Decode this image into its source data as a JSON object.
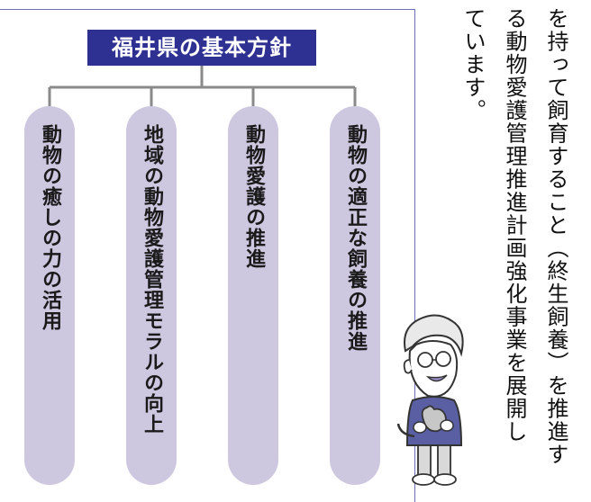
{
  "diagram": {
    "title": "福井県の基本方針",
    "branches": [
      {
        "label": "動物の癒しの力の活用"
      },
      {
        "label": "地域の動物愛護管理モラルの向上"
      },
      {
        "label": "動物愛護の推進"
      },
      {
        "label": "動物の適正な飼養の推進"
      }
    ]
  },
  "body_text": {
    "lines": [
      "を持って飼育すること（終生飼養）を推進す",
      "る動物愛護管理推進計画強化事業を展開し",
      "ています。"
    ]
  },
  "colors": {
    "title_bg": "#2e3192",
    "pill_bg": "#cdc7e0",
    "connector": "#8a8a8a",
    "border": "#6b72b8"
  },
  "illustration": {
    "icon": "elderly-man-with-cat-icon"
  }
}
